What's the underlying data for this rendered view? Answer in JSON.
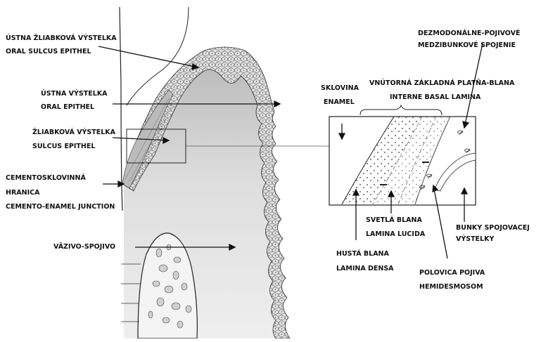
{
  "labels": {
    "oral_sulcus_sk": "ÚSTNA ŽLIABKOVÁ VÝSTELKA",
    "oral_sulcus_en": "ORAL SULCUS EPITHEL",
    "oral_sk": "ÚSTNA VÝSTELKA",
    "oral_en": "ORAL  EPITHEL",
    "sulcus_sk": "ŽLIABKOVÁ VÝSTELKA",
    "sulcus_en": "SULCUS EPITHEL",
    "cej_sk_1": "CEMENTOSKLOVINNÁ",
    "cej_sk_2": "HRANICA",
    "cej_en": "CEMENTO-ENAMEL JUNCTION",
    "connective_sk": "VÄZIVO-SPOJIVO",
    "enamel_sk": "SKLOVINA",
    "enamel_en": "ENAMEL",
    "desmo_sk_1": "DEZMODONÁLNE-POJIVOVÉ",
    "desmo_sk_2": "MEDZIBUNKOVÉ SPOJENIE",
    "basal_sk": "VNÚTORNÁ ZÁKLADNÁ PLATŇA-BLANA",
    "basal_en": "INTERNE BASAL LAMINA",
    "lucida_sk": "SVETLÁ BLANA",
    "lucida_en": "LAMINA LUCIDA",
    "densa_sk": "HUSTÁ BLANA",
    "densa_en": "LAMINA DENSA",
    "hemi_sk": "POLOVICA POJIVA",
    "hemi_en": "HEMIDESMOSOM",
    "cells_sk_1": "BUNKY SPOJOVACEJ",
    "cells_sk_2": "VÝSTELKY"
  },
  "colors": {
    "ink": "#111111",
    "tissue_gray": "#c9c9c9",
    "light_gray": "#e6e6e6",
    "epithel": "#dcdcdc"
  }
}
